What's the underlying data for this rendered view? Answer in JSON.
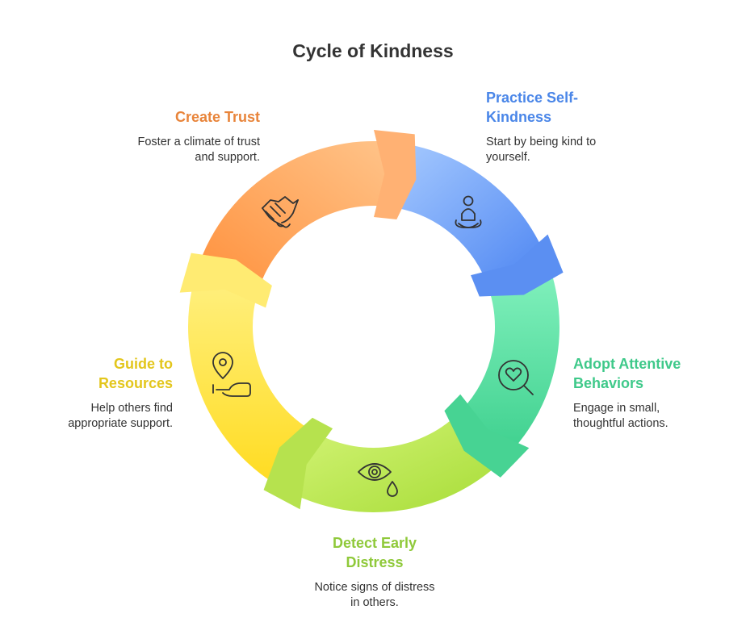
{
  "title": "Cycle of Kindness",
  "steps": [
    {
      "heading": "Practice Self-Kindness",
      "heading_lines": [
        "Practice Self-",
        "Kindness"
      ],
      "desc_lines": [
        "Start by being kind to",
        "yourself."
      ],
      "color": "#4A86E8",
      "icon": "meditation-icon"
    },
    {
      "heading": "Adopt Attentive Behaviors",
      "heading_lines": [
        "Adopt Attentive",
        "Behaviors"
      ],
      "desc_lines": [
        "Engage in small,",
        "thoughtful actions."
      ],
      "color": "#3FC98A",
      "icon": "heart-search-icon"
    },
    {
      "heading": "Detect Early Distress",
      "heading_lines": [
        "Detect Early",
        "Distress"
      ],
      "desc_lines": [
        "Notice signs of distress",
        "in others."
      ],
      "color": "#8FC93A",
      "icon": "eye-tear-icon"
    },
    {
      "heading": "Guide to Resources",
      "heading_lines": [
        "Guide to",
        "Resources"
      ],
      "desc_lines": [
        "Help others find",
        "appropriate support."
      ],
      "color": "#E3C61C",
      "icon": "location-hand-icon"
    },
    {
      "heading": "Create Trust",
      "heading_lines": [
        "Create Trust"
      ],
      "desc_lines": [
        "Foster a climate of trust",
        "and support."
      ],
      "color": "#E8843A",
      "icon": "handshake-icon"
    }
  ]
}
